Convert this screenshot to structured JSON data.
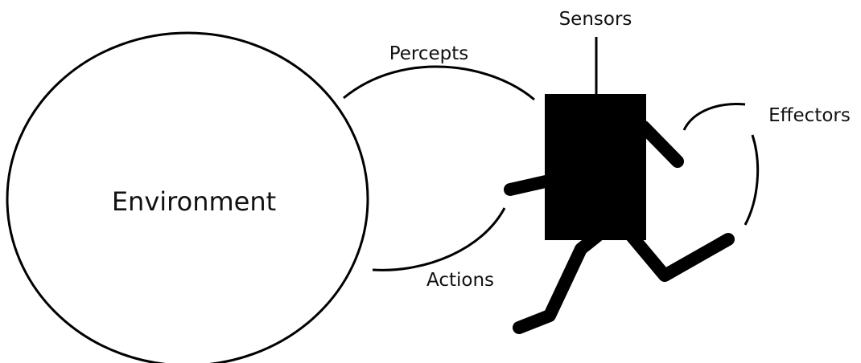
{
  "labels": {
    "environment": "Environment",
    "percepts": "Percepts",
    "actions": "Actions",
    "sensors": "Sensors",
    "effectors": "Effectors"
  },
  "colors": {
    "stroke": "#000000",
    "text": "#111111",
    "background": "#ffffff"
  }
}
